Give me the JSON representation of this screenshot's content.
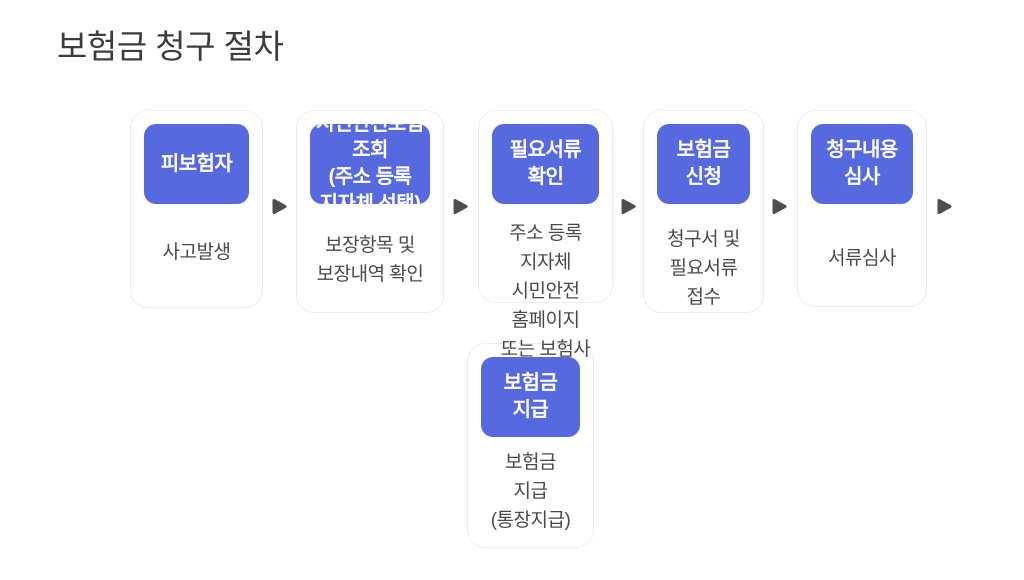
{
  "page": {
    "title": "보험금 청구 절차"
  },
  "colors": {
    "pill_background": "#5669df",
    "pill_text": "#ffffff",
    "card_border": "#ececec",
    "description_text": "#4a4a4a",
    "title_text": "#3c3c3c",
    "arrow": "#4f4f4f",
    "page_background": "#ffffff"
  },
  "flow": {
    "steps": [
      {
        "pill": "피보험자",
        "desc": "사고발생"
      },
      {
        "pill": "시민안전보험\n조회\n(주소 등록\n지자체 선택)",
        "desc": "보장항목 및\n보장내역 확인"
      },
      {
        "pill": "필요서류\n확인",
        "desc": "주소 등록\n지자체\n시민안전\n홈페이지\n또는 보험사"
      },
      {
        "pill": "보험금\n신청",
        "desc": "청구서 및\n필요서류\n접수"
      },
      {
        "pill": "청구내용\n심사",
        "desc": "서류심사"
      },
      {
        "pill": "보험금\n지급",
        "desc": "보험금\n지급\n(통장지급)"
      }
    ],
    "arrow_icon": "right-triangle"
  }
}
